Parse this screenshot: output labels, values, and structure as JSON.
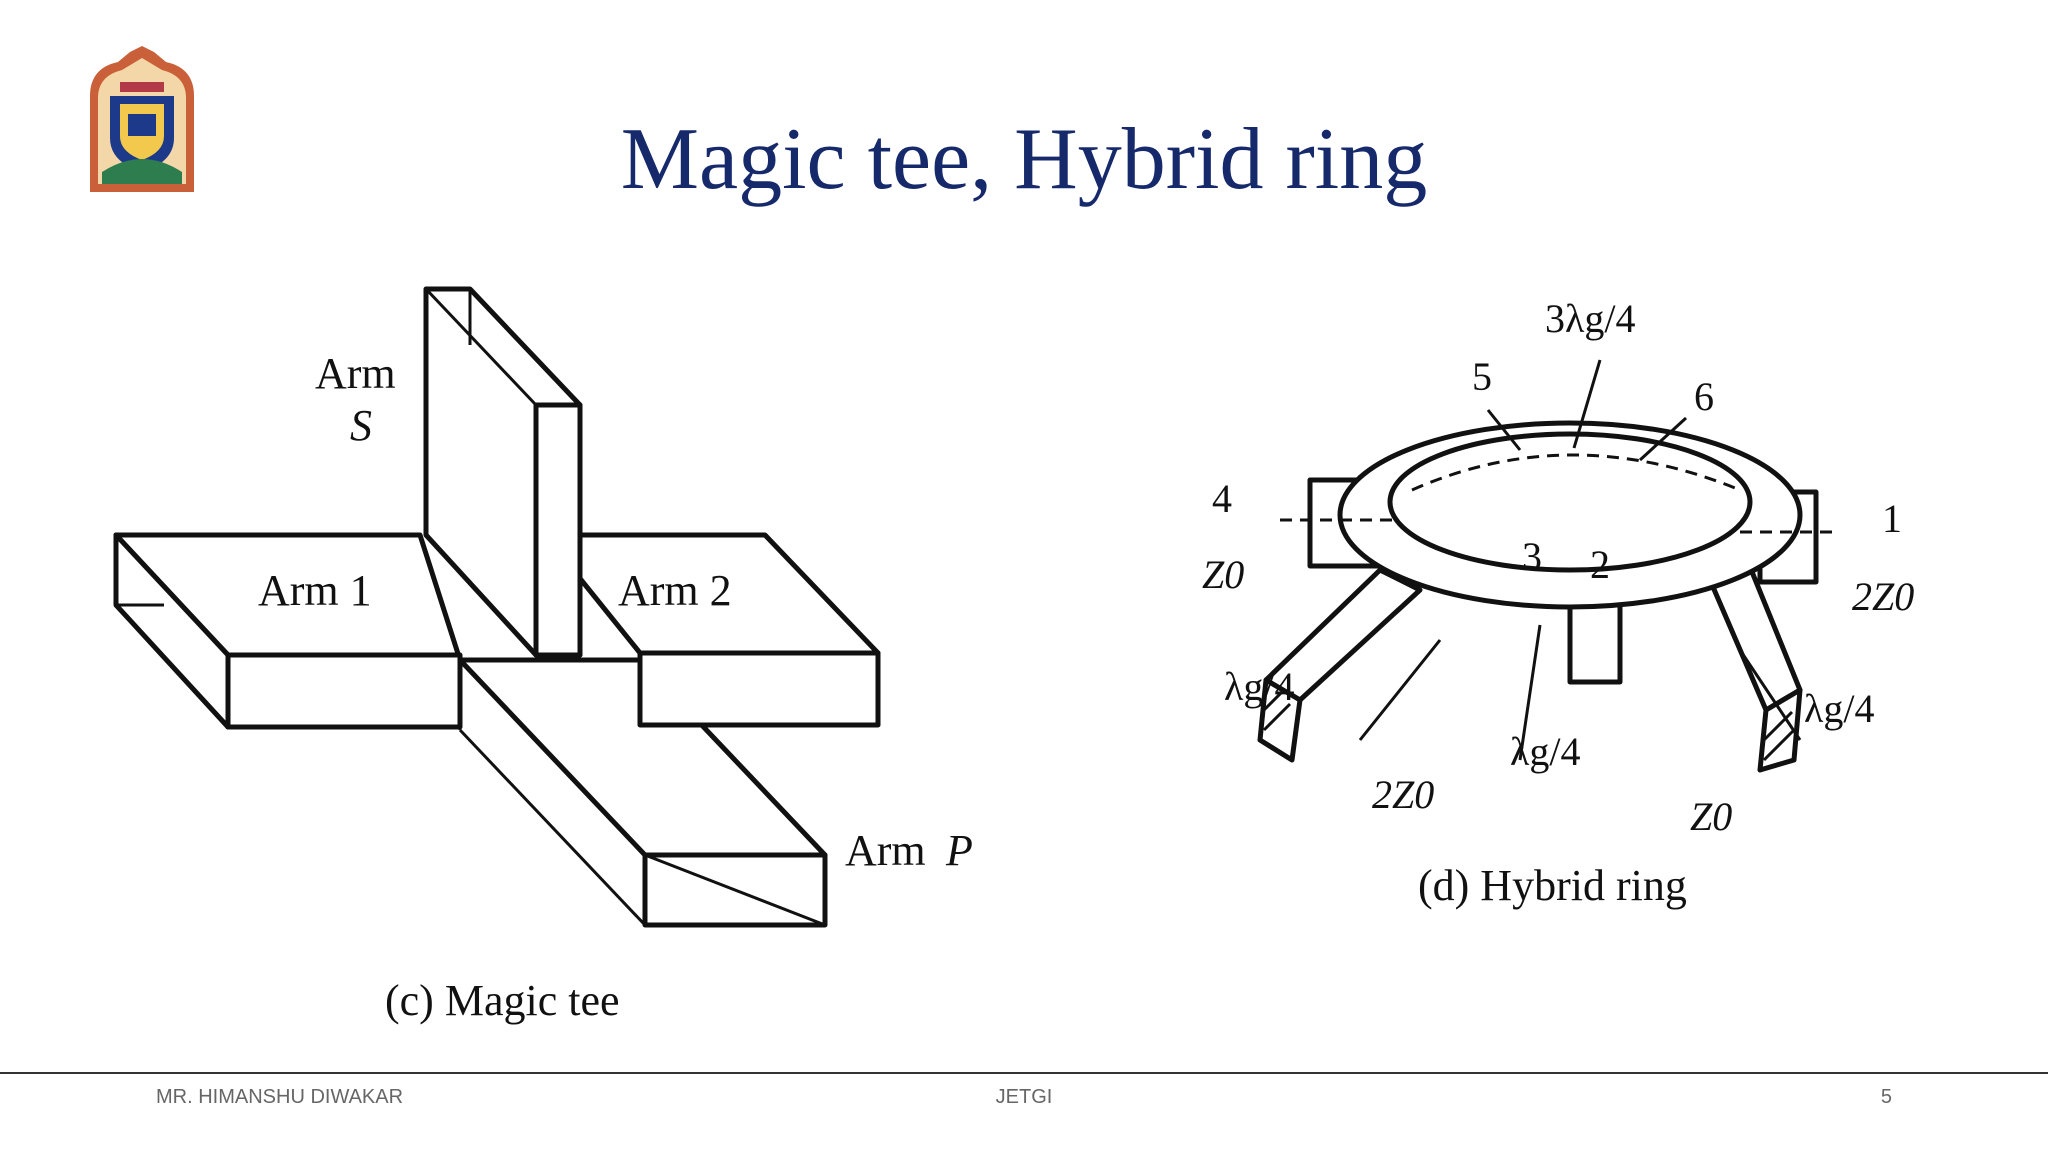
{
  "slide": {
    "title": "Magic tee, Hybrid ring",
    "footer": {
      "author": "MR. HIMANSHU DIWAKAR",
      "institution": "JETGI",
      "page_number": "5"
    }
  },
  "logo": {
    "name": "jetgi-crest",
    "colors": {
      "border": "#c9603a",
      "shield": "#1d3a8a",
      "inner": "#f2c94c"
    }
  },
  "magic_tee": {
    "caption": "(c) Magic tee",
    "labels": {
      "arm_s_word": "Arm",
      "arm_s_letter": "S",
      "arm_1": "Arm 1",
      "arm_2": "Arm 2",
      "arm_p_word": "Arm",
      "arm_p_letter": "P"
    }
  },
  "hybrid_ring": {
    "caption": "(d) Hybrid ring",
    "labels": {
      "top_length": "3λg/4",
      "port_1": "1",
      "port_2": "2",
      "port_3": "3",
      "port_4": "4",
      "port_5": "5",
      "port_6": "6",
      "z0_left": "Z0",
      "z2_right": "2Z0",
      "qw_left": "λg/4",
      "qw_center": "λg/4",
      "qw_right": "λg/4",
      "z2_bottom": "2Z0",
      "z0_bottom": "Z0"
    }
  },
  "colors": {
    "title": "#15296b",
    "footer_text": "#666666",
    "divider": "#333333"
  }
}
